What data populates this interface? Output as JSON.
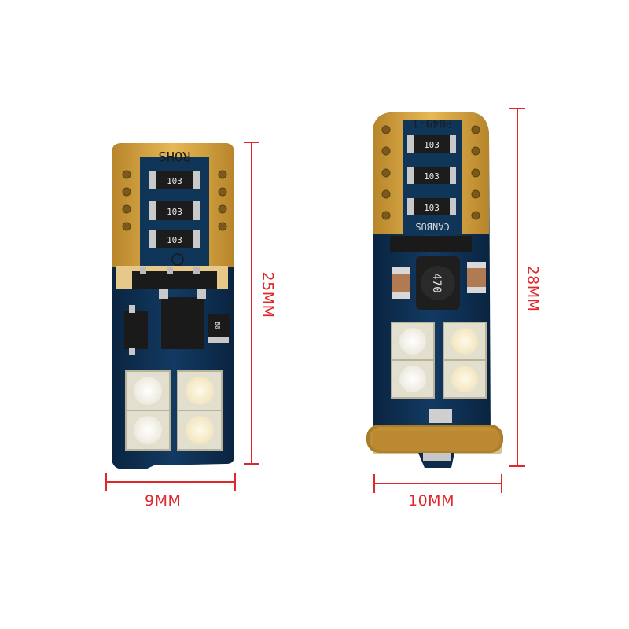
{
  "colors": {
    "accent": "#e0282c",
    "pcb": "#0d2d4f",
    "gold": "#d6a23a",
    "led": "#f6f4ea"
  },
  "left_bulb": {
    "top_label": "ROHS",
    "resistors": [
      "103",
      "103",
      "103"
    ],
    "diode_label": "B0",
    "width_label": "9MM",
    "height_label": "25MM",
    "led_count": 4
  },
  "right_bulb": {
    "top_label": "P049-1",
    "resistors": [
      "103",
      "103",
      "103"
    ],
    "bus_label": "CANBUS",
    "inductor_label": "470",
    "width_label": "10MM",
    "height_label": "28MM",
    "led_count": 4
  }
}
